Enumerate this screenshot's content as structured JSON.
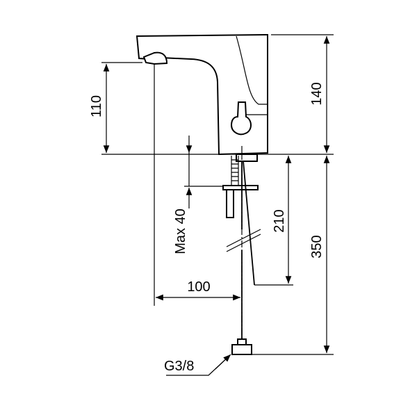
{
  "dimensions": {
    "spout_height": "110",
    "total_height": "140",
    "deck_thickness": "Max 40",
    "inlet_length": "210",
    "hose_length": "350",
    "projection": "100",
    "connection": "G3/8"
  }
}
